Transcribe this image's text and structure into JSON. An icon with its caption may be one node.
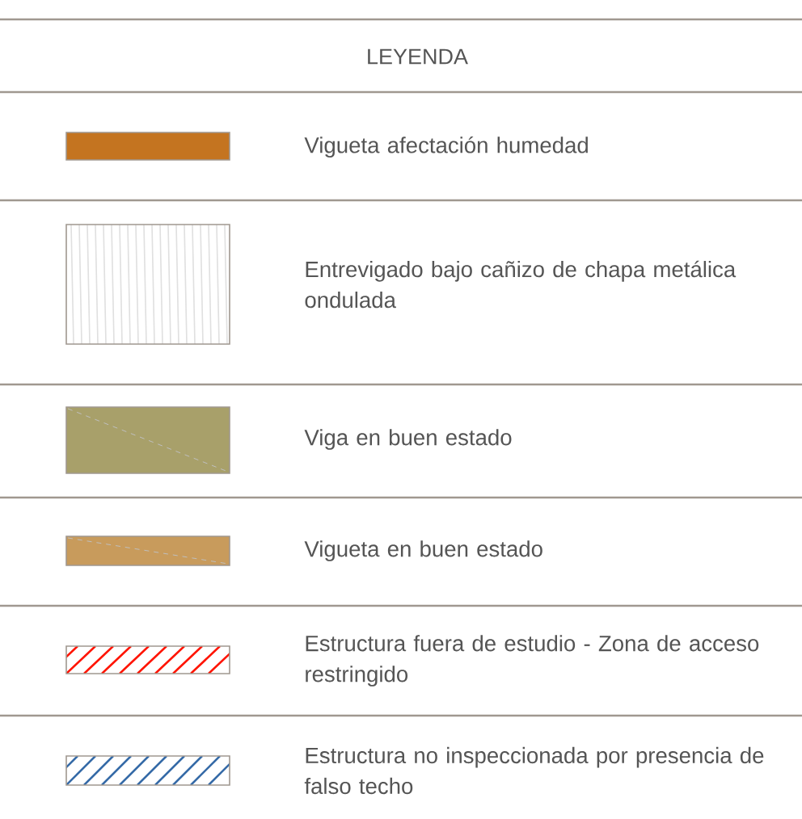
{
  "diagram": {
    "title": "LEYENDA",
    "legend": [
      {
        "text": "Vigueta afectación humedad",
        "color": "#c47420"
      },
      {
        "text": "Entrevigado bajo cañizo de chapa metálica ondulada"
      },
      {
        "text": "Viga en buen estado",
        "color": "#a8a06a"
      },
      {
        "text": "Vigueta en buen estado",
        "color": "#c89b5c"
      },
      {
        "text": "Estructura fuera de estudio - Zona de acceso restringido"
      },
      {
        "text": "Estructura no inspeccionada por presencia de falso techo"
      }
    ]
  }
}
